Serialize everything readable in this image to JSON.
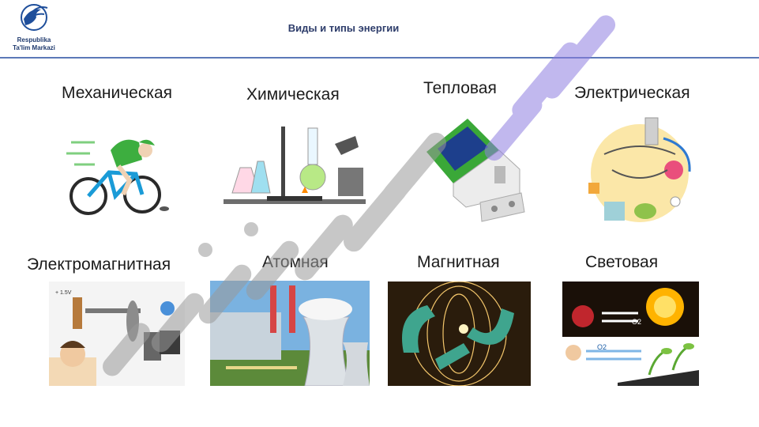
{
  "header": {
    "logo_line1": "Respublika",
    "logo_line2": "Ta'lim Markazi",
    "title": "Виды и типы энергии"
  },
  "energy_types": {
    "mechanical": "Механическая",
    "chemical": "Химическая",
    "thermal": "Тепловая",
    "electrical": "Электрическая",
    "electromagnetic": "Электромагнитная",
    "atomic": "Атомная",
    "magnetic": "Магнитная",
    "light": "Световая"
  },
  "illustrations": {
    "coil_label": "+ 1.5V",
    "oxygen_label_1": "O2",
    "oxygen_label_2": "O2"
  },
  "colors": {
    "title_text": "#2e3d6b",
    "header_rule": "#5b79b8",
    "watermark_purple": "#8f7ee0",
    "watermark_gray": "#9a9a9a"
  }
}
